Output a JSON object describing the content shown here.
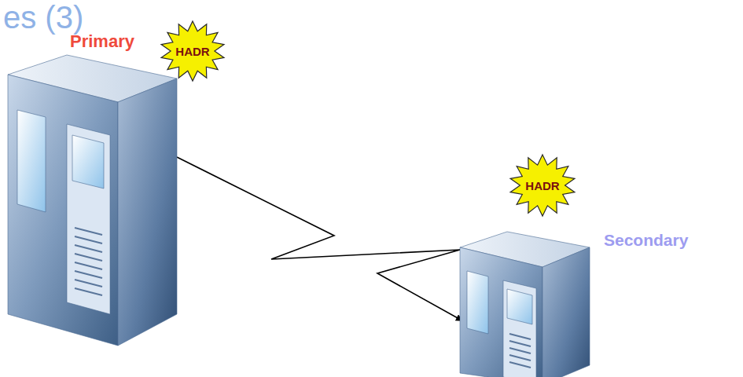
{
  "diagram": {
    "nodes": [
      {
        "text": [
          "Primary"
        ]
      },
      {
        "text": [
          "HADR"
        ]
      },
      {
        "text": [
          "HADR"
        ]
      },
      {
        "text": [
          "Secondary"
        ]
      }
    ],
    "edges": [
      {
        "from": 0,
        "to": 3,
        "arrow": "to"
      }
    ],
    "labels": [
      "es (3)"
    ]
  }
}
